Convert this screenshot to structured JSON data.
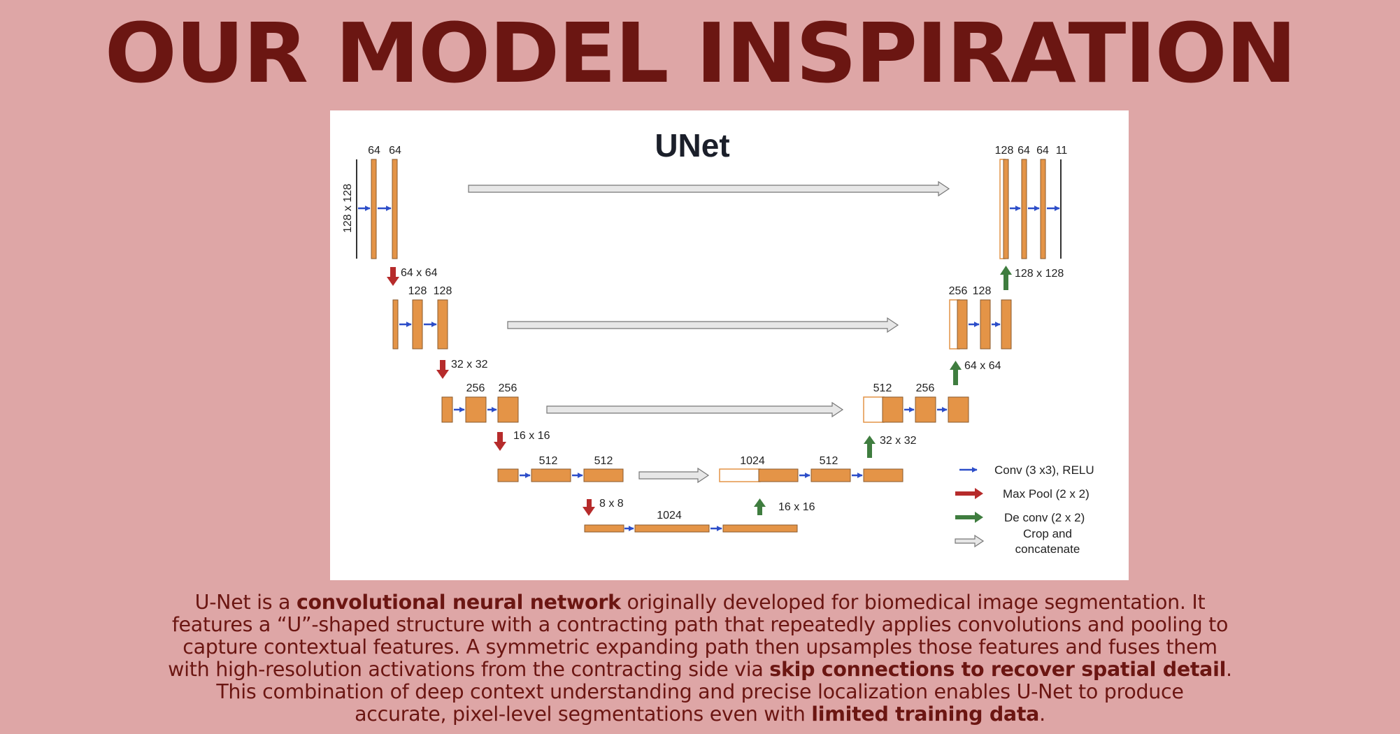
{
  "title": "OUR MODEL INSPIRATION",
  "diagram": {
    "title": "UNet",
    "enc1": {
      "c1": "64",
      "c2": "64",
      "size": "128 x 128"
    },
    "pool1": "64 x 64",
    "enc2": {
      "c1": "128",
      "c2": "128"
    },
    "pool2": "32 x 32",
    "enc3": {
      "c1": "256",
      "c2": "256"
    },
    "pool3": "16 x 16",
    "enc4": {
      "c1": "512",
      "c2": "512"
    },
    "pool4": "8 x 8",
    "bottleneck": {
      "c1": "1024"
    },
    "up1": "16 x 16",
    "dec4": {
      "c1": "1024",
      "c2": "512"
    },
    "up2": "32 x 32",
    "dec3": {
      "c1": "512",
      "c2": "256"
    },
    "up3": "64 x 64",
    "dec2": {
      "c1": "256",
      "c2": "128"
    },
    "up4": "128 x 128",
    "dec1": {
      "c1": "128",
      "c2": "64",
      "c3": "64",
      "c4": "11"
    },
    "legend": {
      "conv": "Conv (3 x3), RELU",
      "maxpool": "Max Pool (2 x 2)",
      "deconv": "De conv (2 x 2)",
      "crop_line1": "Crop and",
      "crop_line2": "concatenate"
    },
    "colors": {
      "block": "#e49447",
      "block_edge": "#8a5a2c",
      "conv_arrow": "#2d4ec9",
      "pool_arrow": "#b62b2b",
      "deconv_arrow": "#3f7d3f",
      "skip_arrow": "#e7e7e7"
    }
  },
  "description": {
    "s1": "U-Net is a ",
    "b1": "convolutional neural network",
    "s2": " originally developed for biomedical image segmentation. It features a “U”-shaped structure with a contracting path that repeatedly applies convolutions and pooling to capture contextual features. A symmetric expanding path then upsamples those features and fuses them with high-resolution activations from the contracting side via ",
    "b2": "skip connections to recover spatial detail",
    "s3": ". This combination of deep context understanding and precise localization enables U-Net to produce accurate, pixel-level segmentations even with ",
    "b3": "limited training data",
    "s4": "."
  }
}
